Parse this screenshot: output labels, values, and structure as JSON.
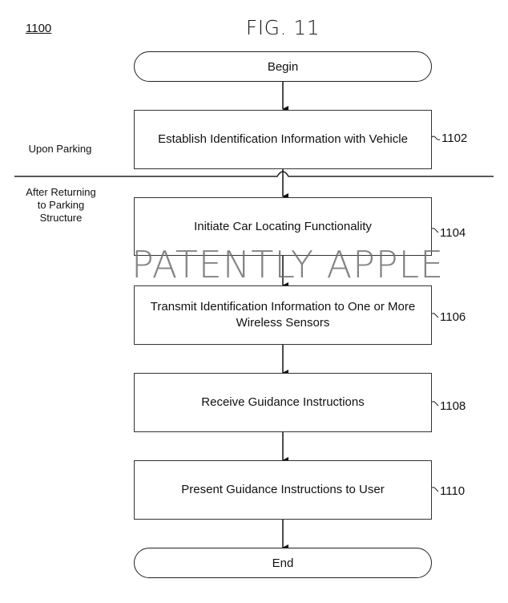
{
  "figure": {
    "number": "1100",
    "title": "FIG. 11",
    "watermark": "PATENTLY APPLE"
  },
  "phases": {
    "upon_parking": "Upon Parking",
    "after_returning": "After Returning to Parking Structure"
  },
  "flow": {
    "begin": "Begin",
    "end": "End",
    "steps": [
      {
        "ref": "1102",
        "label": "Establish Identification Information with Vehicle"
      },
      {
        "ref": "1104",
        "label": "Initiate Car Locating Functionality"
      },
      {
        "ref": "1106",
        "label": "Transmit Identification Information to One or More Wireless Sensors"
      },
      {
        "ref": "1108",
        "label": "Receive Guidance Instructions"
      },
      {
        "ref": "1110",
        "label": "Present Guidance Instructions to User"
      }
    ]
  }
}
